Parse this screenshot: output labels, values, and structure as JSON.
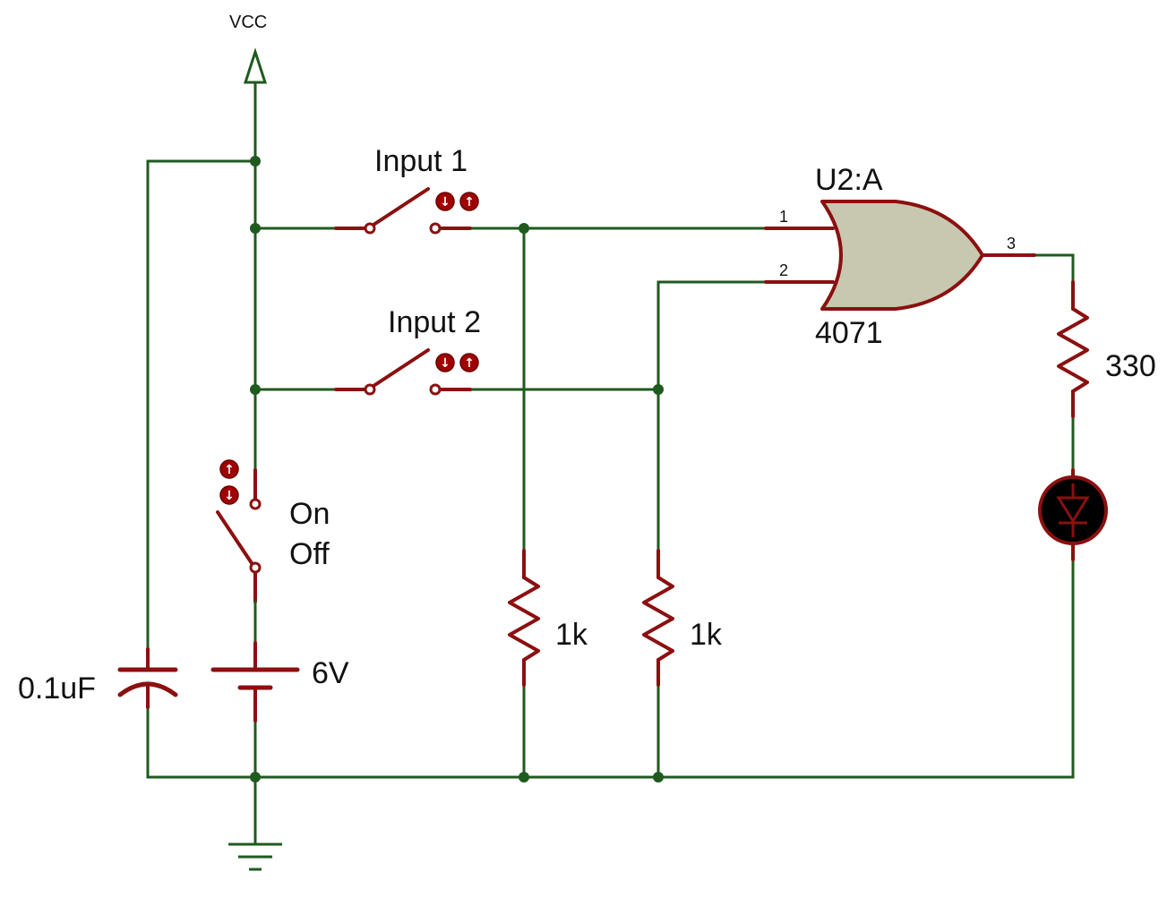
{
  "labels": {
    "vcc": "VCC",
    "input1": "Input 1",
    "input2": "Input 2",
    "gate_name": "U2:A",
    "gate_part": "4071",
    "pin1": "1",
    "pin2": "2",
    "pin3": "3",
    "res_led": "330",
    "res1": "1k",
    "res2": "1k",
    "on": "On",
    "off": "Off",
    "battery": "6V",
    "capacitor": "0.1uF"
  },
  "colors": {
    "wire": "#1f5a1f",
    "component": "#8b1010",
    "gate_fill": "#c8c8b0",
    "led_body": "#000000"
  },
  "icons": {
    "switch_buttons": [
      "arrow-down-icon",
      "arrow-up-icon"
    ]
  }
}
